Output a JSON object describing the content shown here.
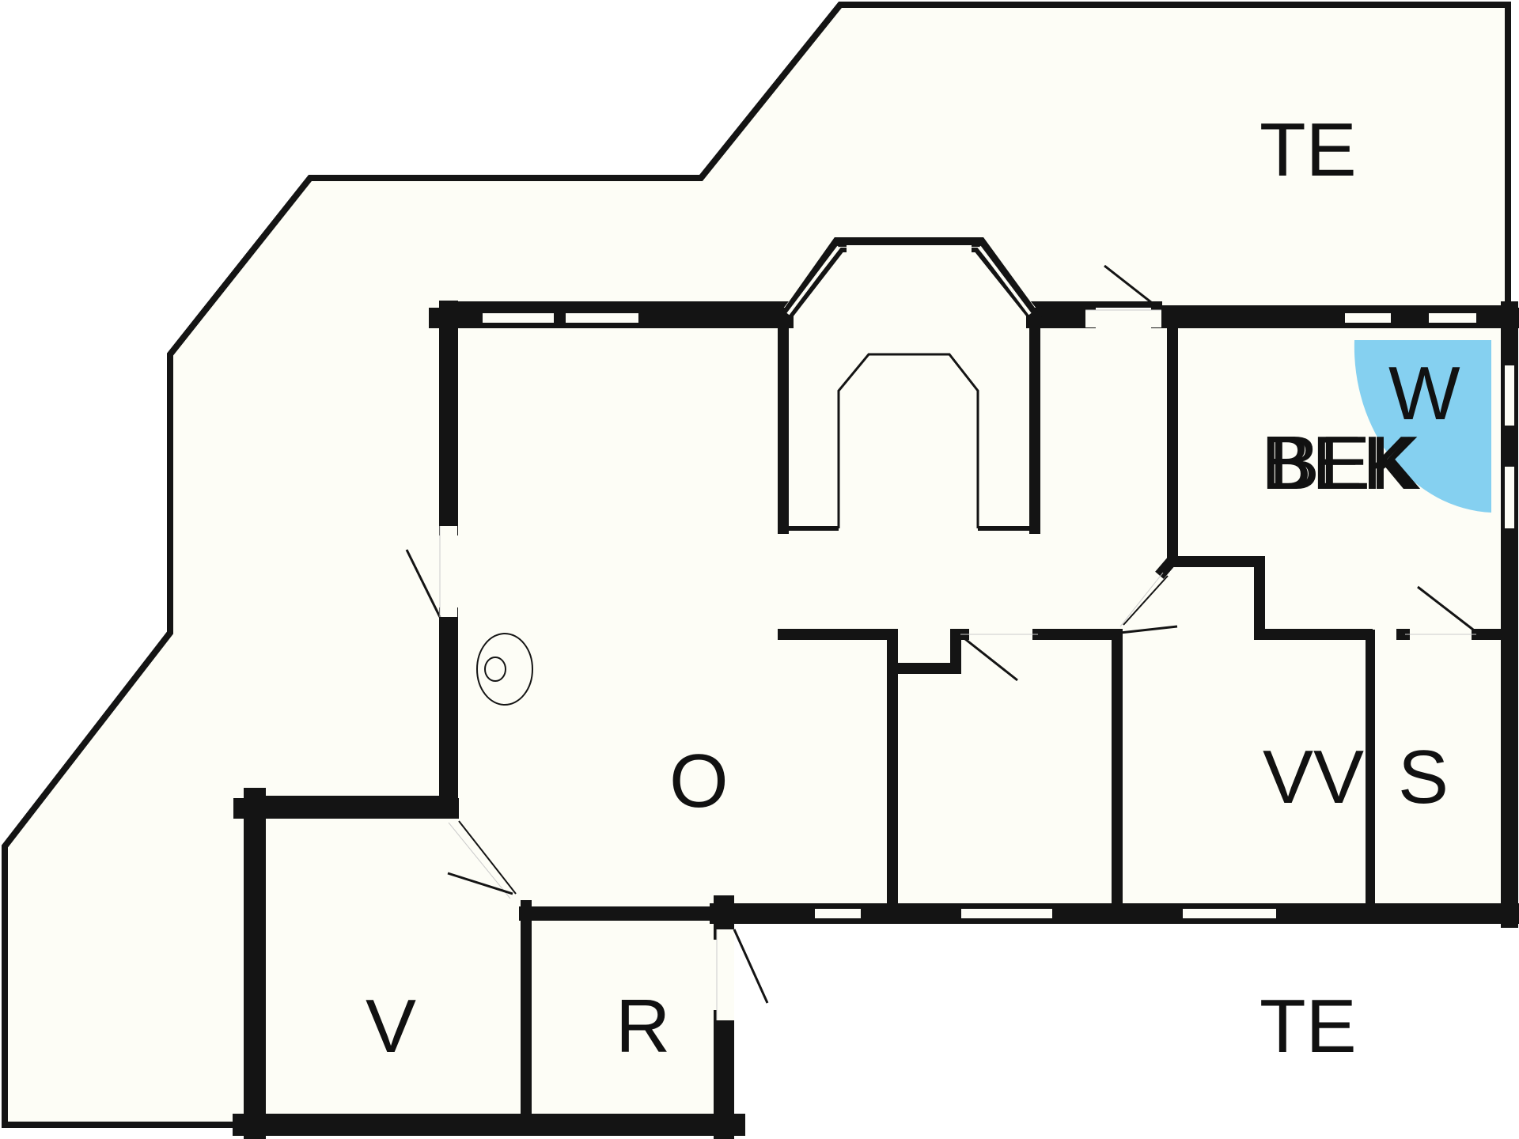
{
  "colors": {
    "floor": "#fdfdf6",
    "wall": "#141414",
    "whirlpool": "#85d0f0",
    "background": "#ffffff"
  },
  "labels": {
    "terrace_top": "TE",
    "terrace_bottom": "TE",
    "living": "O",
    "whirlpool": "W",
    "bedroom_kitchen_overlap_a": "BEK",
    "bedroom_kitchen_overlap_b": "BEK",
    "bathroom": "VV",
    "sauna": "S",
    "utility": "V",
    "storage": "R"
  },
  "icons": {
    "stove": "wood-stove-icon",
    "door_swing": "door-swing-icon",
    "window": "window-icon"
  }
}
